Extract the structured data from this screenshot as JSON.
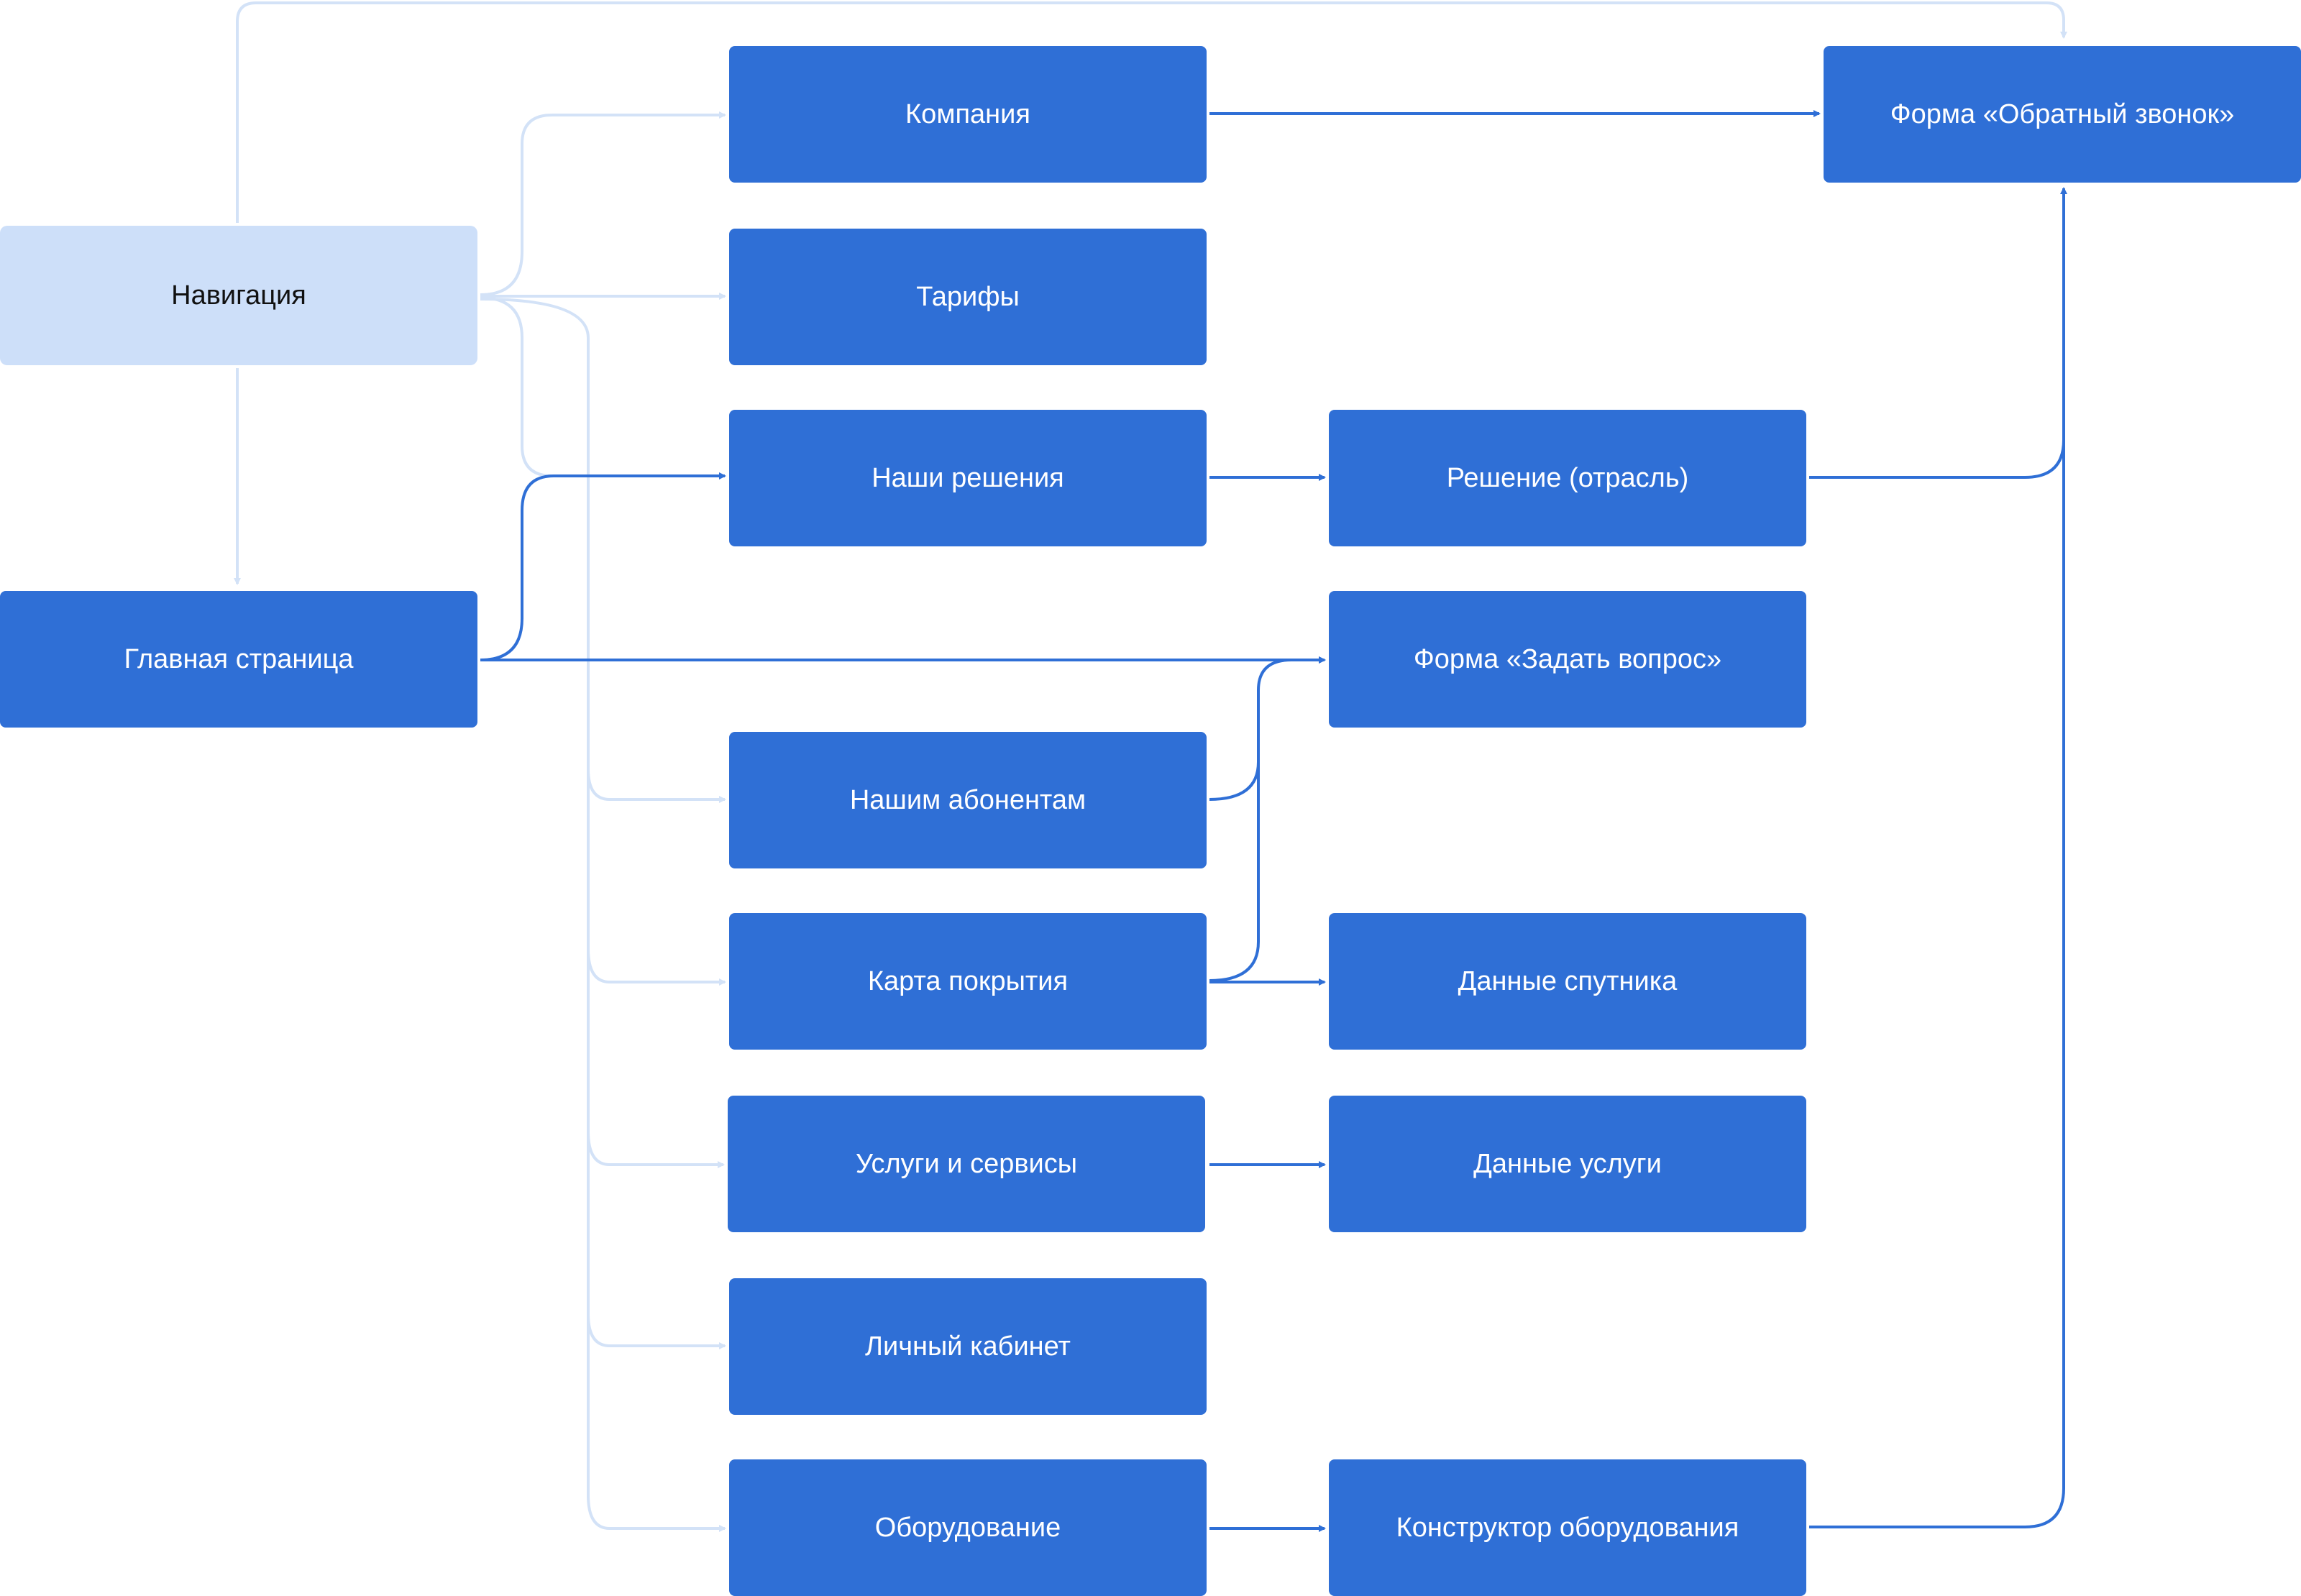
{
  "colors": {
    "node": "#2f6fd6",
    "node_light": "#cddff9",
    "edge": "#2f6fd6",
    "edge_light": "#d3e2f7"
  },
  "nodes": {
    "navigation": "Навигация",
    "home": "Главная страница",
    "company": "Компания",
    "tariffs": "Тарифы",
    "solutions": "Наши решения",
    "subscribers": "Нашим абонентам",
    "coverage": "Карта покрытия",
    "services": "Услуги и сервисы",
    "account": "Личный кабинет",
    "equipment": "Оборудование",
    "solution_industry": "Решение (отрасль)",
    "ask_form": "Форма «Задать вопрос»",
    "satellite": "Данные спутника",
    "service_data": "Данные услуги",
    "constructor": "Конструктор оборудования",
    "callback_form": "Форма «Обратный звонок»"
  }
}
